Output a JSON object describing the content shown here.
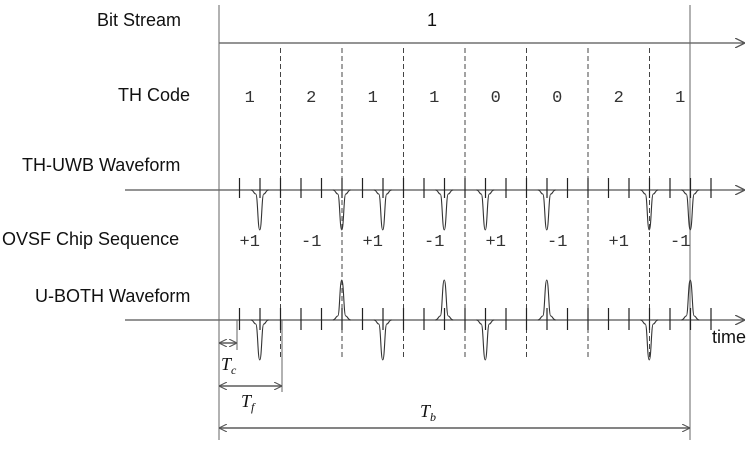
{
  "rows": {
    "bit_stream": "Bit Stream",
    "th_code": "TH Code",
    "th_uwb": "TH-UWB Waveform",
    "ovsf": "OVSF Chip Sequence",
    "uboth": "U-BOTH Waveform"
  },
  "bit_value": "1",
  "th_codes": [
    "1",
    "2",
    "1",
    "1",
    "0",
    "0",
    "2",
    "1"
  ],
  "chips": [
    "+1",
    "-1",
    "+1",
    "-1",
    "+1",
    "-1",
    "+1",
    "-1"
  ],
  "time_label": "time",
  "tc": {
    "main": "T",
    "sub": "c"
  },
  "tf": {
    "main": "T",
    "sub": "f"
  },
  "tb": {
    "main": "T",
    "sub": "b"
  }
}
